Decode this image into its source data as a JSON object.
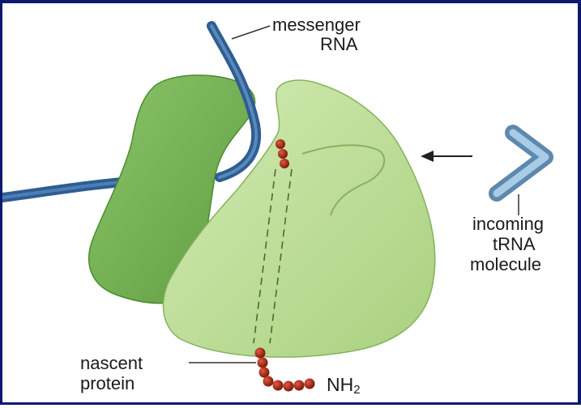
{
  "colors": {
    "border": "#0b1a6e",
    "ribbosome_dark": "#7fb95a",
    "ribosome_light": "#c6e2a4",
    "mrna": "#3e6fa6",
    "trna": "#8fb8d8",
    "protein_bead": "#9a1e10"
  },
  "labels": {
    "mrna_line1": "messenger",
    "mrna_line2": "RNA",
    "trna_line1": "incoming",
    "trna_line2": "tRNA",
    "trna_line3": "molecule",
    "protein_line1": "nascent",
    "protein_line2": "protein",
    "nh2_main": "NH",
    "nh2_sub": "2"
  }
}
